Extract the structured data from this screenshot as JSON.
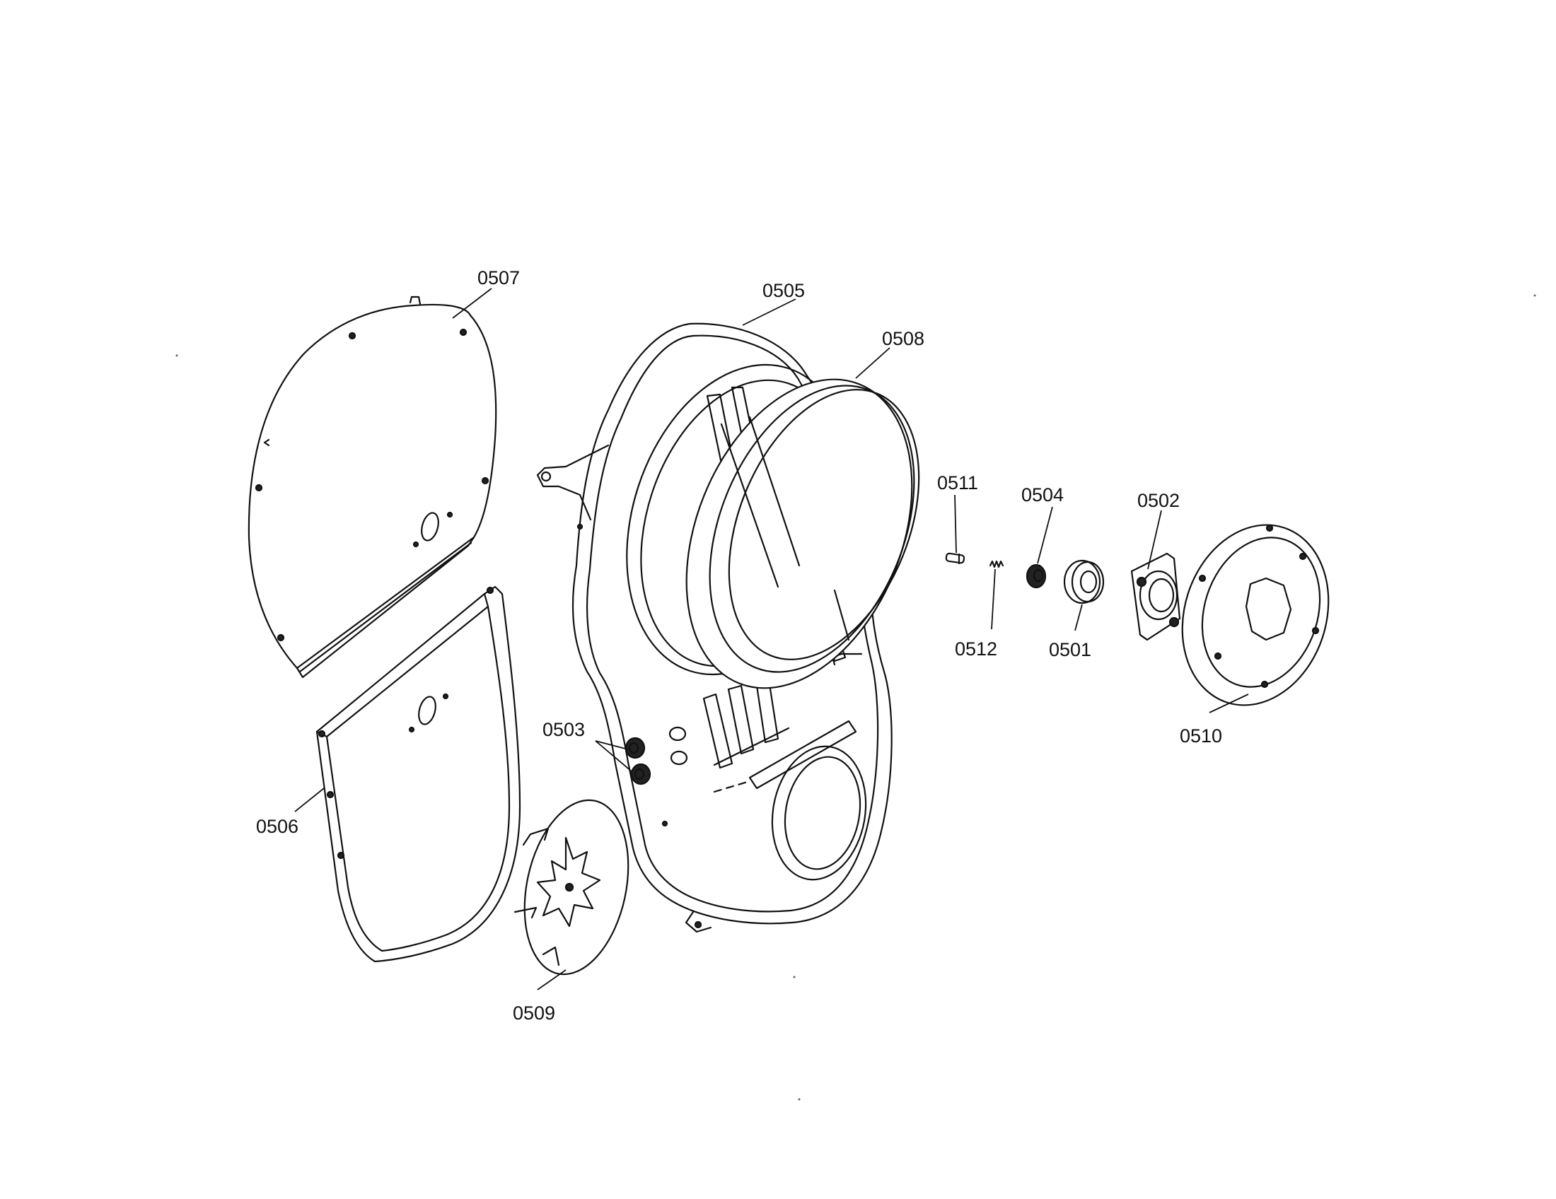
{
  "diagram": {
    "callouts": {
      "p0501": "0501",
      "p0502": "0502",
      "p0503": "0503",
      "p0504": "0504",
      "p0505": "0505",
      "p0506": "0506",
      "p0507": "0507",
      "p0508": "0508",
      "p0509": "0509",
      "p0510": "0510",
      "p0511": "0511",
      "p0512": "0512"
    },
    "stroke_color": "#111111",
    "background_color": "#ffffff"
  }
}
